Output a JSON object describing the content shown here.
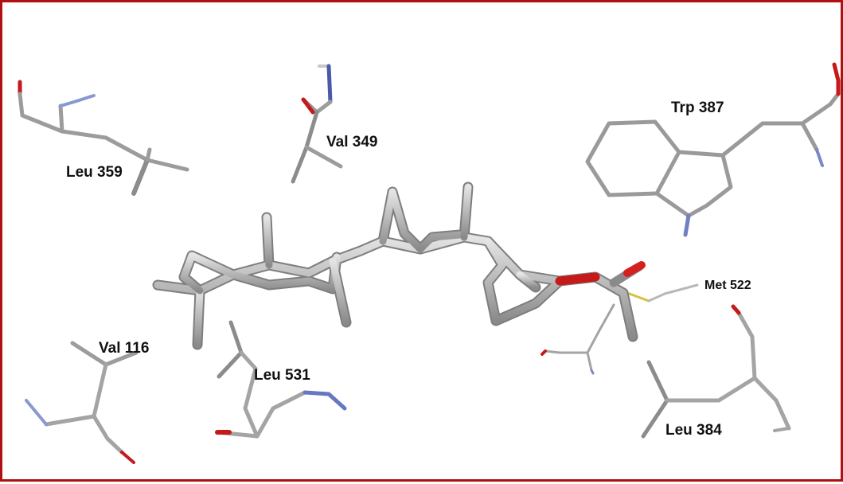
{
  "residues": [
    {
      "id": "leu359",
      "label": "Leu 359"
    },
    {
      "id": "val349",
      "label": "Val 349"
    },
    {
      "id": "trp387",
      "label": "Trp 387"
    },
    {
      "id": "met522",
      "label": "Met 522"
    },
    {
      "id": "val116",
      "label": "Val 116"
    },
    {
      "id": "leu531",
      "label": "Leu 531"
    },
    {
      "id": "leu384",
      "label": "Leu 384"
    }
  ],
  "colors": {
    "border": "#b01010",
    "carbon": "#a8a8a8",
    "ligand": "#b4b4b4",
    "oxygen": "#c41a1a",
    "nitrogen": "#7a88c8",
    "sulfur": "#d8c040"
  }
}
